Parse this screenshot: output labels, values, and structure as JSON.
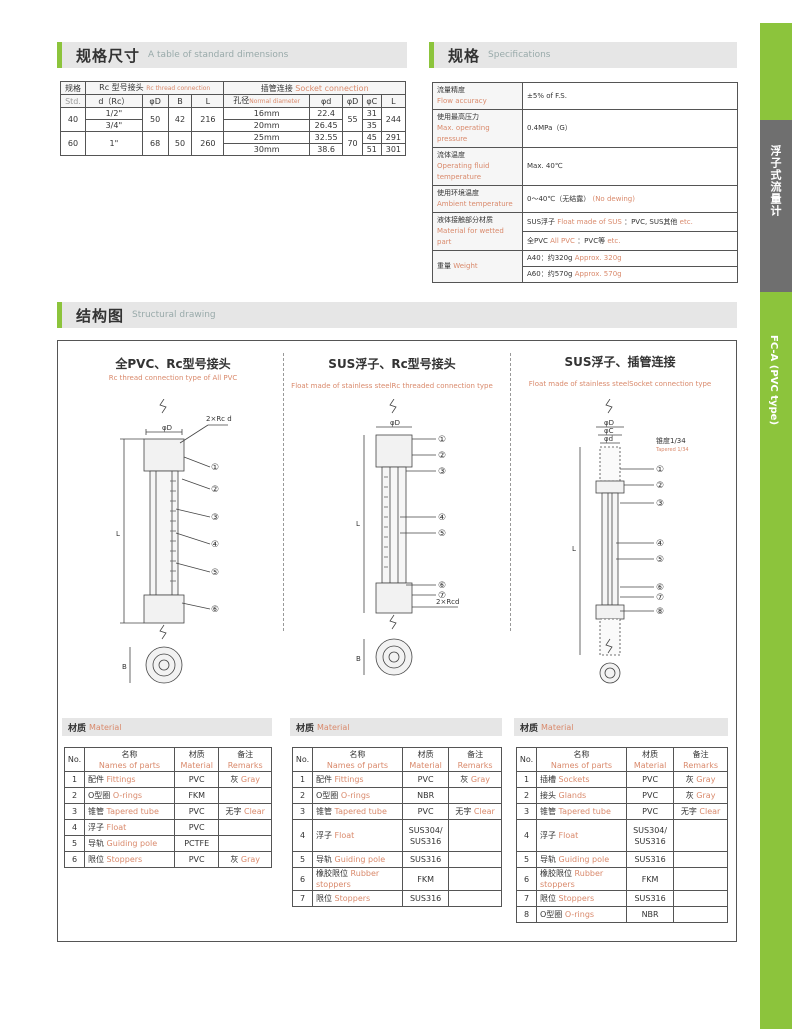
{
  "sections": {
    "dims": {
      "cn": "规格尺寸",
      "en": "A table of standard dimensions"
    },
    "spec": {
      "cn": "规格",
      "en": "Specifications"
    },
    "struct": {
      "cn": "结构图",
      "en": "Structural drawing"
    }
  },
  "side_band": {
    "cn": "浮子式流量计",
    "en": "FC-A (PVC type)"
  },
  "dims_table": {
    "h_spec_cn": "规格",
    "h_spec_en": "Std.",
    "h_rc_cn": "Rc 型号接头",
    "h_rc_en": "Rc thread connection",
    "h_sock_cn": "插管连接",
    "h_sock_en": "Socket connection",
    "h_d": "d（Rc）",
    "h_phiD": "φD",
    "h_B": "B",
    "h_L": "L",
    "h_nom_cn": "孔径",
    "h_nom_en": "Normal diameter",
    "h_phid": "φd",
    "h_phiD2": "φD",
    "h_phiC": "φC",
    "h_L2": "L",
    "row40": {
      "std": "40",
      "d1": "1/2\"",
      "d2": "3/4\"",
      "phiD": "50",
      "B": "42",
      "L": "216",
      "n1": "16mm",
      "n2": "20mm",
      "pd1": "22.4",
      "pd2": "26.45",
      "pD": "55",
      "pc1": "31",
      "pc2": "35",
      "L2": "244"
    },
    "row60": {
      "std": "60",
      "d1": "1\"",
      "phiD": "68",
      "B": "50",
      "L": "260",
      "n1": "25mm",
      "n2": "30mm",
      "pd1": "32.55",
      "pd2": "38.6",
      "pD": "70",
      "pc1": "45",
      "pc2": "51",
      "L2a": "291",
      "L2b": "301"
    }
  },
  "spec_table": [
    {
      "k_cn": "流量精度",
      "k_en": "Flow accuracy",
      "v": "±5% of F.S.",
      "v_en": ""
    },
    {
      "k_cn": "使用最高压力",
      "k_en": "Max. operating pressure",
      "v": "0.4MPa（G）",
      "v_en": ""
    },
    {
      "k_cn": "流体温度",
      "k_en": "Operating fluid temperature",
      "v": "Max. 40℃",
      "v_en": ""
    },
    {
      "k_cn": "使用环境温度",
      "k_en": "Ambient temperature",
      "v": "0～40℃（无结露）",
      "v_en": "(No dewing)"
    }
  ],
  "spec_wetted": {
    "k_cn": "液体接触部分材质",
    "k_en": "Material for wetted part",
    "v1": "SUS浮子",
    "v1_en": "Float made of SUS",
    "v1b": "：PVC, SUS其他",
    "v1b_en": "etc.",
    "v2": "全PVC",
    "v2_en": "All PVC",
    "v2b": "：PVC等",
    "v2b_en": "etc."
  },
  "spec_weight": {
    "k_cn": "重量",
    "k_en": "Weight",
    "v1": "A40：约320g",
    "v1_en": "Approx. 320g",
    "v2": "A60：约570g",
    "v2_en": "Approx. 570g"
  },
  "drawings": [
    {
      "title": "全PVC、Rc型号接头",
      "sub": "Rc thread connection type of All PVC"
    },
    {
      "title": "SUS浮子、Rc型号接头",
      "sub": "Float made of stainless steelRc threaded connection type"
    },
    {
      "title": "SUS浮子、插管连接",
      "sub": "Float made of stainless steelSocket connection type"
    }
  ],
  "drawing_labels": {
    "phiD": "φD",
    "phiC": "φC",
    "phid": "φd",
    "rc": "2×Rc d",
    "rcd": "2×Rcd",
    "L": "L",
    "B": "B",
    "taper": "锥度1/34",
    "taper_en": "Tapered 1/34",
    "n1": "①",
    "n2": "②",
    "n3": "③",
    "n4": "④",
    "n5": "⑤",
    "n6": "⑥",
    "n7": "⑦",
    "n8": "⑧"
  },
  "material_head": {
    "cn": "材质",
    "en": "Material"
  },
  "mat_cols": {
    "no": "No.",
    "name_cn": "名称",
    "name_en": "Names of parts",
    "mat_cn": "材质",
    "mat_en": "Material",
    "rem_cn": "备注",
    "rem_en": "Remarks"
  },
  "mat1": [
    {
      "no": "1",
      "cn": "配件",
      "en": "Fittings",
      "mat": "PVC",
      "rem_cn": "灰",
      "rem_en": "Gray"
    },
    {
      "no": "2",
      "cn": "O型圈",
      "en": "O-rings",
      "mat": "FKM",
      "rem_cn": "",
      "rem_en": ""
    },
    {
      "no": "3",
      "cn": "锥管",
      "en": "Tapered tube",
      "mat": "PVC",
      "rem_cn": "无字",
      "rem_en": "Clear"
    },
    {
      "no": "4",
      "cn": "浮子",
      "en": "Float",
      "mat": "PVC",
      "rem_cn": "",
      "rem_en": ""
    },
    {
      "no": "5",
      "cn": "导轨",
      "en": "Guiding pole",
      "mat": "PCTFE",
      "rem_cn": "",
      "rem_en": ""
    },
    {
      "no": "6",
      "cn": "限位",
      "en": "Stoppers",
      "mat": "PVC",
      "rem_cn": "灰",
      "rem_en": "Gray"
    }
  ],
  "mat2": [
    {
      "no": "1",
      "cn": "配件",
      "en": "Fittings",
      "mat": "PVC",
      "rem_cn": "灰",
      "rem_en": "Gray"
    },
    {
      "no": "2",
      "cn": "O型圈",
      "en": "O-rings",
      "mat": "NBR",
      "rem_cn": "",
      "rem_en": ""
    },
    {
      "no": "3",
      "cn": "锥管",
      "en": "Tapered tube",
      "mat": "PVC",
      "rem_cn": "无字",
      "rem_en": "Clear"
    },
    {
      "no": "4",
      "cn": "浮子",
      "en": "Float",
      "mat": "SUS304/",
      "mat2": "SUS316",
      "rem_cn": "",
      "rem_en": ""
    },
    {
      "no": "5",
      "cn": "导轨",
      "en": "Guiding pole",
      "mat": "SUS316",
      "rem_cn": "",
      "rem_en": ""
    },
    {
      "no": "6",
      "cn": "橡胶限位",
      "en": "Rubber stoppers",
      "mat": "FKM",
      "rem_cn": "",
      "rem_en": ""
    },
    {
      "no": "7",
      "cn": "限位",
      "en": "Stoppers",
      "mat": "SUS316",
      "rem_cn": "",
      "rem_en": ""
    }
  ],
  "mat3": [
    {
      "no": "1",
      "cn": "插槽",
      "en": "Sockets",
      "mat": "PVC",
      "rem_cn": "灰",
      "rem_en": "Gray"
    },
    {
      "no": "2",
      "cn": "接头",
      "en": "Glands",
      "mat": "PVC",
      "rem_cn": "灰",
      "rem_en": "Gray"
    },
    {
      "no": "3",
      "cn": "锥管",
      "en": "Tapered tube",
      "mat": "PVC",
      "rem_cn": "无字",
      "rem_en": "Clear"
    },
    {
      "no": "4",
      "cn": "浮子",
      "en": "Float",
      "mat": "SUS304/",
      "mat2": "SUS316",
      "rem_cn": "",
      "rem_en": ""
    },
    {
      "no": "5",
      "cn": "导轨",
      "en": "Guiding pole",
      "mat": "SUS316",
      "rem_cn": "",
      "rem_en": ""
    },
    {
      "no": "6",
      "cn": "橡胶限位",
      "en": "Rubber stoppers",
      "mat": "FKM",
      "rem_cn": "",
      "rem_en": ""
    },
    {
      "no": "7",
      "cn": "限位",
      "en": "Stoppers",
      "mat": "SUS316",
      "rem_cn": "",
      "rem_en": ""
    },
    {
      "no": "8",
      "cn": "O型圈",
      "en": "O-rings",
      "mat": "NBR",
      "rem_cn": "",
      "rem_en": ""
    }
  ]
}
